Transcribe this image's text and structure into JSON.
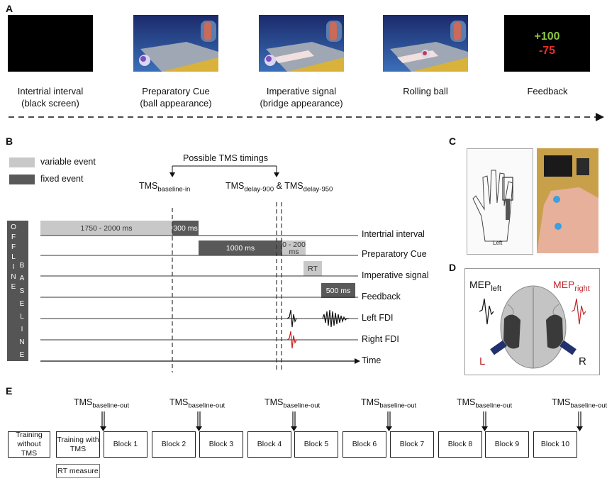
{
  "panels": {
    "a": "A",
    "b": "B",
    "c": "C",
    "d": "D",
    "e": "E"
  },
  "panel_a": {
    "captions": [
      {
        "line1": "Intertrial interval",
        "line2": "(black screen)"
      },
      {
        "line1": "Preparatory Cue",
        "line2": "(ball appearance)"
      },
      {
        "line1": "Imperative signal",
        "line2": "(bridge appearance)"
      },
      {
        "line1": "Rolling ball",
        "line2": ""
      },
      {
        "line1": "Feedback",
        "line2": ""
      }
    ],
    "feedback_positive": "+100",
    "feedback_negative": "-75",
    "colors": {
      "positive": "#8dc63f",
      "negative": "#e8302a"
    }
  },
  "panel_b": {
    "legend_variable": "variable event",
    "legend_fixed": "fixed event",
    "possible_tms": "Possible TMS timings",
    "tms_base": "TMS",
    "sub_baseline_in": "baseline-in",
    "sub_delay_900": "delay-900",
    "amp": "& ",
    "sub_delay_950": "delay-950",
    "offline": "OFFLINE",
    "baseline": "BASELINE",
    "events": {
      "iti_variable": "1750 - 2000 ms",
      "iti_fixed": "300 ms",
      "prep": "1000 ms",
      "delay_var_1": "0 - 200",
      "delay_var_2": "ms",
      "rt": "RT",
      "feedback": "500 ms"
    },
    "rows": [
      "Intertrial interval",
      "Preparatory Cue",
      "Imperative signal",
      "Feedback",
      "Left FDI",
      "Right FDI",
      "Time"
    ],
    "colors": {
      "variable": "#c8c8c8",
      "fixed": "#595959",
      "right_fdi": "#cc1f1f"
    }
  },
  "panel_c": {
    "drawing_label": "Left"
  },
  "panel_d": {
    "mep": "MEP",
    "left_sub": "left",
    "right_sub": "right",
    "l": "L",
    "r": "R",
    "colors": {
      "right": "#c0272d"
    }
  },
  "panel_e": {
    "tms_base": "TMS",
    "tms_sub": "baseline-out",
    "blocks": [
      "Training without TMS",
      "Training with TMS",
      "Block 1",
      "Block 2",
      "Block 3",
      "Block 4",
      "Block 5",
      "Block 6",
      "Block 7",
      "Block 8",
      "Block 9",
      "Block 10"
    ],
    "rt_measure": "RT measure"
  }
}
